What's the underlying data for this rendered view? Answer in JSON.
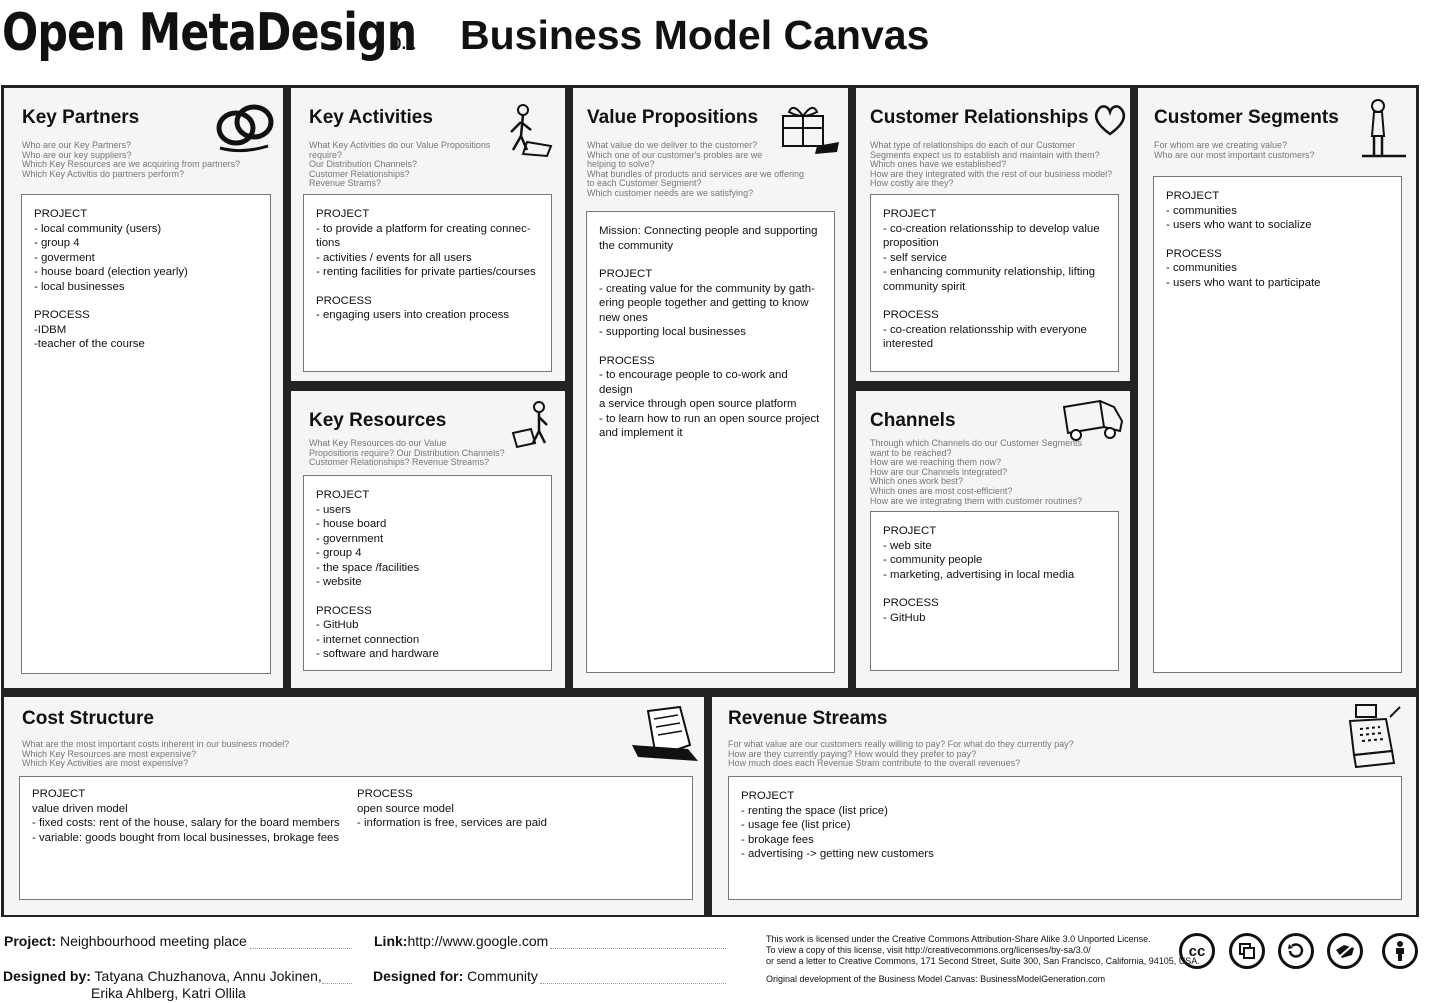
{
  "header": {
    "brand": "Open MetaDesign",
    "version": "0.1",
    "title": "Business Model Canvas"
  },
  "key_partners": {
    "title": "Key Partners",
    "questions": [
      "Who are our Key Partners?",
      "Who are our key suppliers?",
      "Which Key Resources are we acquiring from partners?",
      "Which Key Activitis do partners perform?"
    ],
    "lines": [
      "PROJECT",
      "- local community (users)",
      "- group 4",
      "- goverment",
      "- house board (election yearly)",
      "- local businesses",
      "",
      "PROCESS",
      "-IDBM",
      "-teacher of the course"
    ]
  },
  "key_activities": {
    "title": "Key Activities",
    "questions": [
      "What Key Activities do our Value Propositions",
      "require?",
      "Our Distribution Channels?",
      "Customer Relationships?",
      "Revenue Strams?"
    ],
    "lines": [
      "PROJECT",
      "- to provide a platform for creating connec-",
      "tions",
      "- activities / events for all users",
      "- renting facilities for private parties/courses",
      "",
      "PROCESS",
      "- engaging users into creation process"
    ]
  },
  "key_resources": {
    "title": "Key Resources",
    "questions": [
      "What Key Resources do our Value",
      "Propositions require? Our Distribution Channels?",
      "Customer Relationships? Revenue Streams?"
    ],
    "lines": [
      "PROJECT",
      "- users",
      "- house board",
      "- government",
      "- group 4",
      "- the space /facilities",
      "- website",
      "",
      "PROCESS",
      "- GitHub",
      "- internet connection",
      "- software and hardware"
    ]
  },
  "value_propositions": {
    "title": "Value Propositions",
    "questions": [
      "What value do we deliver to the customer?",
      "Which one of our customer's probles are we",
      "helping to solve?",
      "What bundles of products and services are we offering",
      "to each Customer Segment?",
      "Which customer needs are we satisfying?"
    ],
    "lines": [
      "Mission: Connecting people and supporting",
      "the community",
      "",
      "PROJECT",
      "- creating value for the community by gath-",
      "ering people together and getting to know",
      "new ones",
      "- supporting local businesses",
      "",
      "PROCESS",
      "- to encourage people to co-work and design",
      "a service through open source platform",
      "- to learn how to run an open source project",
      "and implement it"
    ]
  },
  "customer_relationships": {
    "title": "Customer Relationships",
    "questions": [
      "What type of relationships do each of our Customer",
      "Segments expect us to establish and maintain with them?",
      "Which ones have we established?",
      "How are they integrated with the rest of our business model?",
      "How costly are they?"
    ],
    "lines": [
      "PROJECT",
      "- co-creation relationsship to develop value",
      "proposition",
      "- self service",
      "- enhancing community relationship, lifting",
      "community spirit",
      "",
      "PROCESS",
      "- co-creation relationsship with everyone",
      "interested"
    ]
  },
  "channels": {
    "title": "Channels",
    "questions": [
      "Through which Channels do our Customer Segments",
      "want to be reached?",
      "How are we reaching them now?",
      "How are our Channels integrated?",
      "Which ones work best?",
      "Which ones are most cost-efficient?",
      "How are we integrating them with customer routines?"
    ],
    "lines": [
      "PROJECT",
      "- web site",
      "- community people",
      "- marketing, advertising in local media",
      "",
      "PROCESS",
      "- GitHub"
    ]
  },
  "customer_segments": {
    "title": "Customer Segments",
    "questions": [
      "For whom are we creating value?",
      "Who are our most important customers?"
    ],
    "lines": [
      "PROJECT",
      "- communities",
      "- users who want to socialize",
      "",
      "PROCESS",
      "- communities",
      "- users who want to participate"
    ]
  },
  "cost_structure": {
    "title": "Cost Structure",
    "questions": [
      "What are the most important costs inherent in our business model?",
      "Which Key Resources are most expensive?",
      "Which Key Activities are most expensive?"
    ],
    "lines_left": [
      "PROJECT",
      "value driven model",
      "- fixed costs: rent of the house, salary for the board members",
      "- variable: goods bought from local businesses, brokage fees"
    ],
    "lines_right": [
      "PROCESS",
      "open source model",
      "- information is free, services are paid"
    ]
  },
  "revenue_streams": {
    "title": "Revenue Streams",
    "questions": [
      "For what value are our customers really willing to pay? For what do they currently pay?",
      "How are they currently paying?  How would they prefer to pay?",
      "How much does each Revenue Stram contribute to the overall revenues?"
    ],
    "lines": [
      "PROJECT",
      "- renting the space (list price)",
      "- usage fee (list price)",
      "- brokage fees",
      "- advertising -> getting new customers"
    ]
  },
  "footer": {
    "project_label": "Project:",
    "project_value": "Neighbourhood meeting place",
    "link_label": "Link:",
    "link_value": "http://www.google.com",
    "designed_by_label": "Designed by:",
    "designed_by_line1": "Tatyana Chuzhanova, Annu Jokinen,",
    "designed_by_line2": "Erika Ahlberg, Katri Ollila",
    "designed_for_label": "Designed for:",
    "designed_for_value": "Community",
    "license_lines": [
      "This work is licensed under the Creative Commons Attribution-Share Alike 3.0 Unported License.",
      "To view a copy of this license, visit http://creativecommons.org/licenses/by-sa/3.0/",
      "or send a letter to Creative Commons, 171 Second Street, Suite 300, San Francisco, California, 94105, USA."
    ],
    "original_line": "Original development of the Business Model Canvas: BusinessModelGeneration.com",
    "cc_label": "cc"
  },
  "icons": [
    "rings-icon",
    "worker-icon",
    "gift-icon",
    "heart-icon",
    "person-icon",
    "forklift-icon",
    "truck-icon",
    "invoice-icon",
    "cash-register-icon",
    "cc-icon",
    "share-icon",
    "sharealike-icon",
    "noncommercial-icon",
    "attribution-icon"
  ]
}
